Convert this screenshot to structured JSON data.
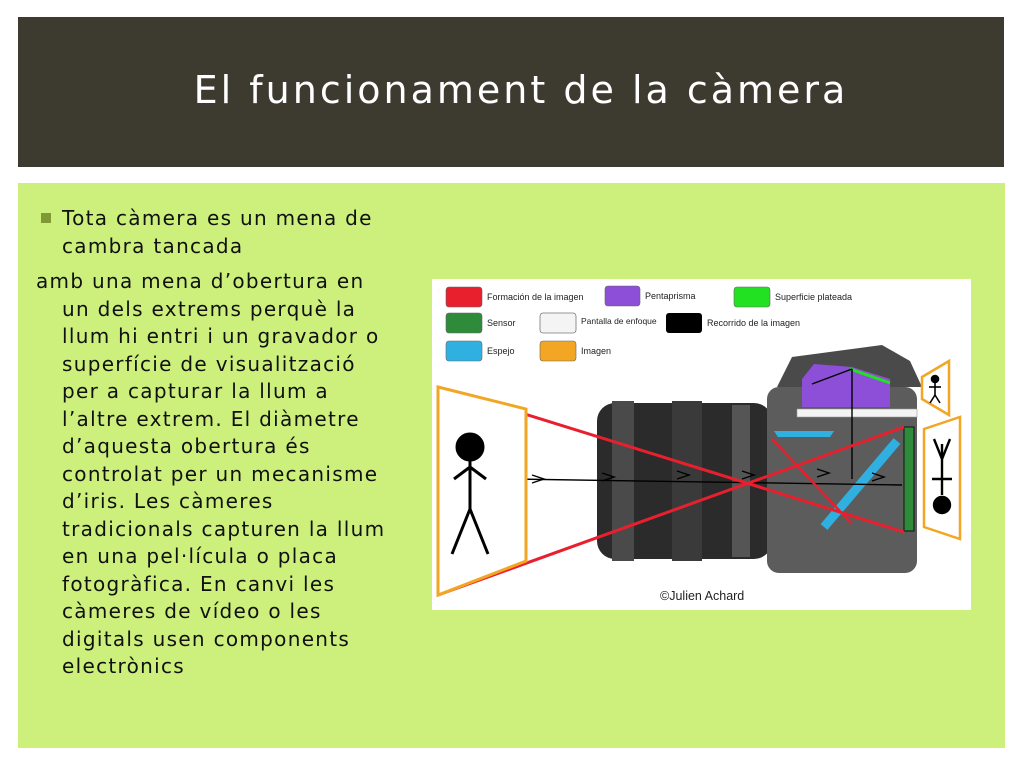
{
  "slide": {
    "title": "El funcionament de la càmera",
    "bullet": "Tota càmera es un mena de cambra tancada",
    "paragraph": "amb una mena d’obertura en un dels extrems perquè la llum hi entri i un gravador o superfície de visualització per a capturar la llum a l’altre extrem. El diàmetre d’aquesta obertura és controlat per un mecanisme d’iris. Les càmeres tradicionals capturen la llum en una pel·lícula o placa fotogràfica. En canvi les càmeres de vídeo o les digitals usen components electrònics"
  },
  "figure": {
    "legend": [
      {
        "label": "Formación de la imagen",
        "color": "#e8202e"
      },
      {
        "label": "Pentaprisma",
        "color": "#8e4fd8"
      },
      {
        "label": "Superficie plateada",
        "color": "#22e022"
      },
      {
        "label": "Sensor",
        "color": "#2e8b3a"
      },
      {
        "label": "Pantalla de enfoque",
        "color": "#f4f4f4"
      },
      {
        "label": "Recorrido de la imagen",
        "color": "#000000"
      },
      {
        "label": "Espejo",
        "color": "#2fb0e0"
      },
      {
        "label": "Imagen",
        "color": "#f2a623"
      }
    ],
    "credit": "©Julien Achard"
  },
  "colors": {
    "title_bg": "#3d3a30",
    "content_bg": "#ccf07b",
    "bullet": "#7f9a34"
  }
}
